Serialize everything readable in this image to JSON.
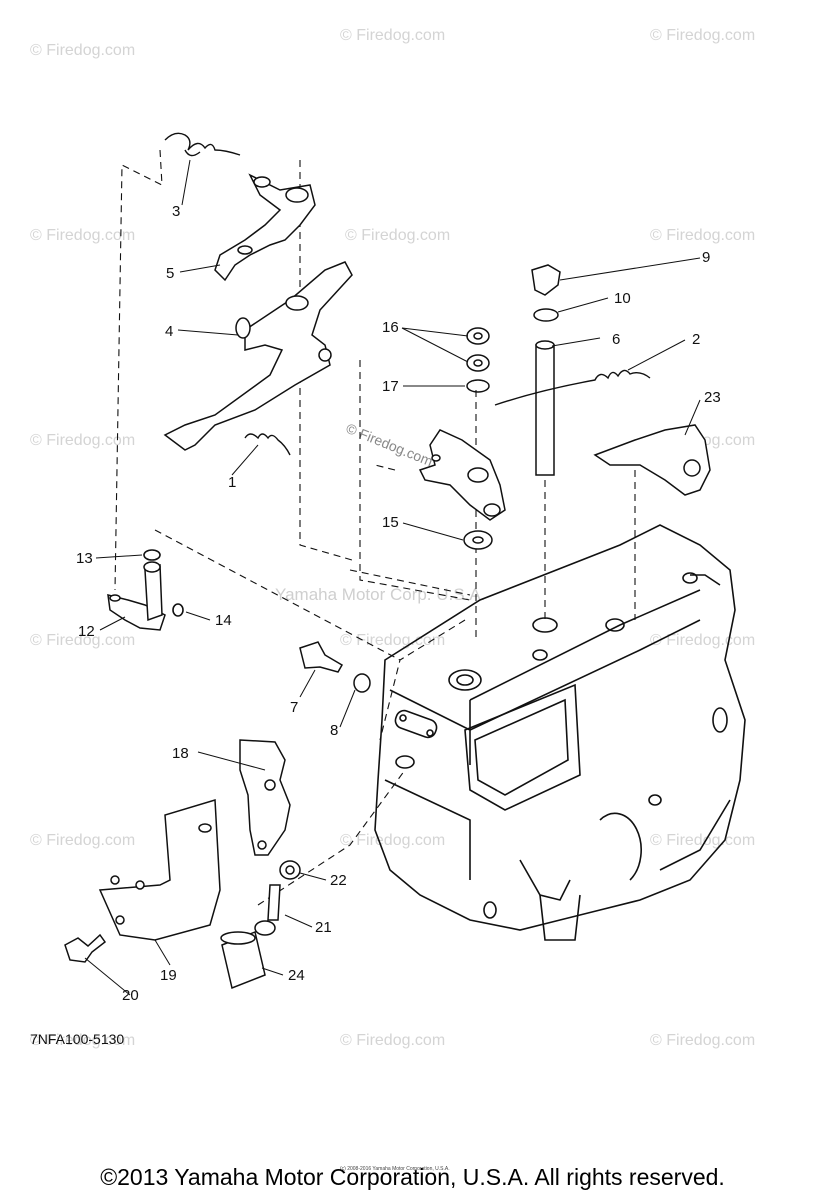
{
  "diagram": {
    "watermark": "© Firedog.com",
    "center_watermark": "Yamaha Motor Corp. U.S.A.",
    "small_watermark": "© Firedog.com",
    "part_code": "7NFA100-5130",
    "fine_print": "(c) 2008-2016 Yamaha Motor Corporation, U.S.A.",
    "callouts": [
      "1",
      "2",
      "3",
      "4",
      "5",
      "6",
      "7",
      "8",
      "9",
      "10",
      "12",
      "13",
      "14",
      "15",
      "16",
      "17",
      "18",
      "19",
      "20",
      "21",
      "22",
      "23",
      "24"
    ]
  },
  "footer": {
    "copyright": "©2013 Yamaha Motor Corporation, U.S.A. All rights reserved."
  }
}
